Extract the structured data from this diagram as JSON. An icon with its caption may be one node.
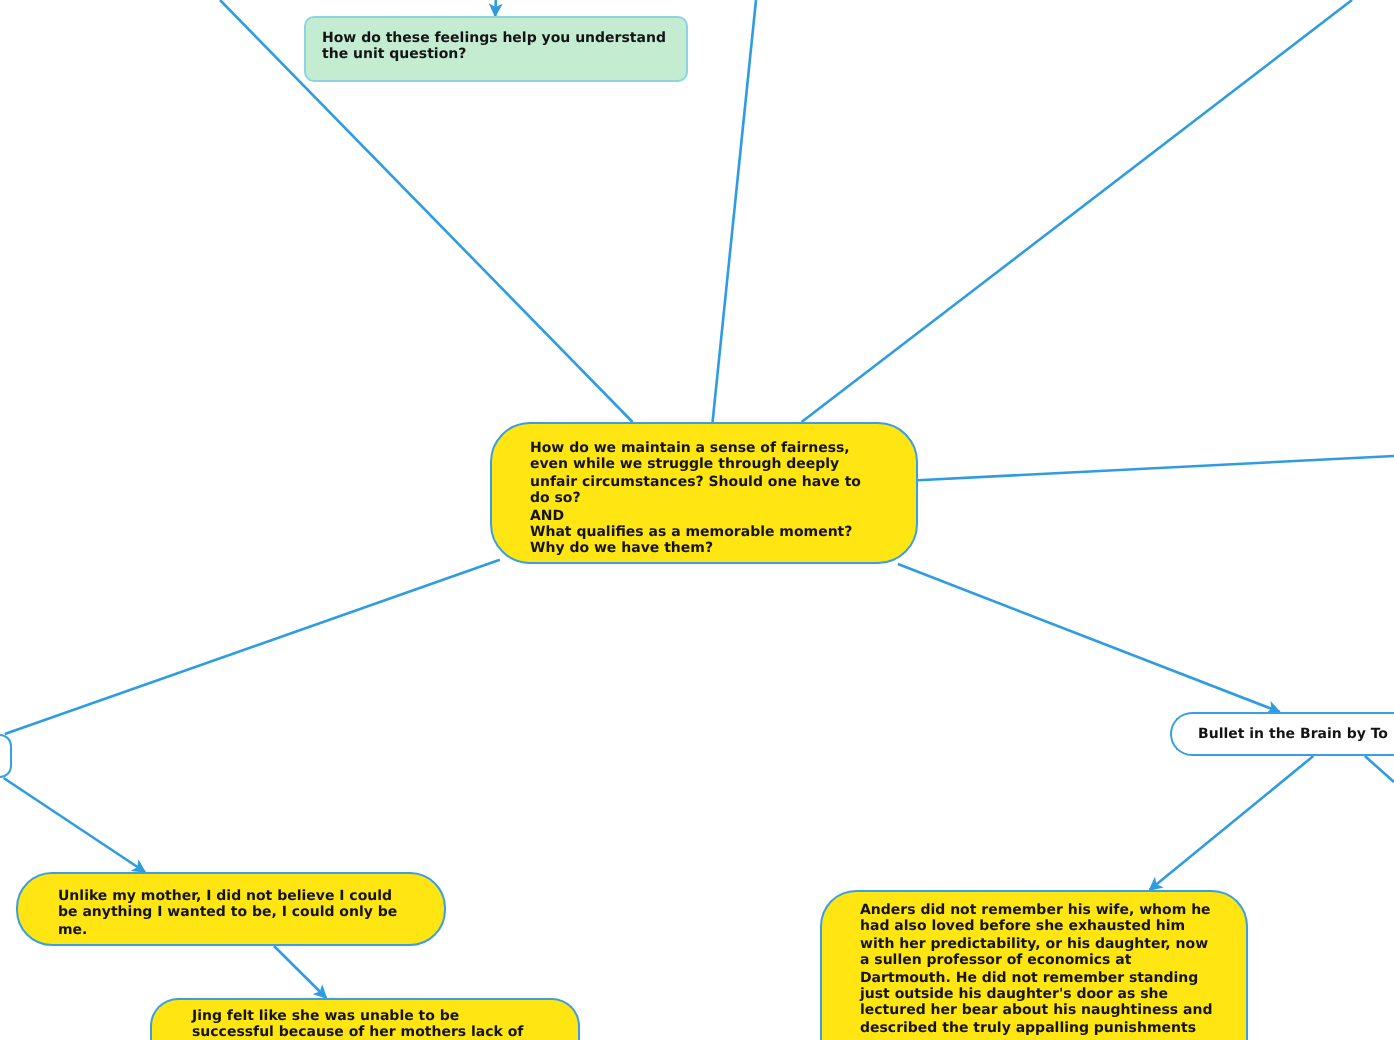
{
  "diagram": {
    "nodes": [
      {
        "text": [
          "How do these feelings help you understand the unit question?"
        ]
      },
      {
        "text": [
          "How do we maintain a sense of fairness, even while we struggle through deeply unfair circumstances? Should one have to do so?",
          "AND",
          "What qualifies as a memorable moment? Why do we have them?"
        ]
      },
      {
        "text": [],
        "shape": "box"
      },
      {
        "text": [
          "Unlike my mother, I did not believe I could be anything I wanted to be, I could only be me."
        ]
      },
      {
        "text": [
          "Jing felt like she was unable to be successful because of her mothers lack of"
        ]
      },
      {
        "text": [
          "Bullet in the Brain by To"
        ]
      },
      {
        "text": [
          "Anders did not remember his wife, whom he had also loved before she exhausted him with her predictability, or his daughter, now a sullen professor of economics at Dartmouth. He did not remember standing just outside his daughter's door as she lectured her bear about his naughtiness and described the truly appalling punishments"
        ]
      }
    ],
    "edges": [
      {
        "from": null,
        "to": 0,
        "arrow": "to"
      },
      {
        "from": 1,
        "to": null,
        "arrow": "none"
      },
      {
        "from": 1,
        "to": null,
        "arrow": "none"
      },
      {
        "from": 1,
        "to": null,
        "arrow": "none"
      },
      {
        "from": 1,
        "to": null,
        "arrow": "none"
      },
      {
        "from": 1,
        "to": 2,
        "arrow": "none"
      },
      {
        "from": 2,
        "to": 3,
        "arrow": "to"
      },
      {
        "from": 3,
        "to": 4,
        "arrow": "to"
      },
      {
        "from": 1,
        "to": 5,
        "arrow": "to"
      },
      {
        "from": 5,
        "to": 6,
        "arrow": "to"
      },
      {
        "from": 5,
        "to": null,
        "arrow": "none"
      }
    ]
  }
}
